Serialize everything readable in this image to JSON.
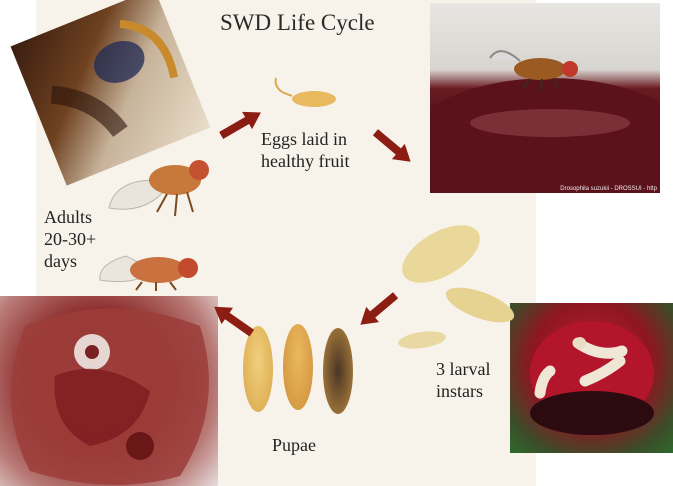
{
  "diagram": {
    "title": "SWD Life Cycle",
    "stages": {
      "eggs": "Eggs laid in\nhealthy fruit",
      "larvae": "3 larval\ninstars",
      "pupae": "Pupae",
      "adults": "Adults\n20-30+\ndays"
    },
    "photo_caption": "Drosophila suzukii - DROSSUI - http"
  },
  "colors": {
    "arrow": "#8b1d12",
    "background": "#f7f2ea"
  }
}
